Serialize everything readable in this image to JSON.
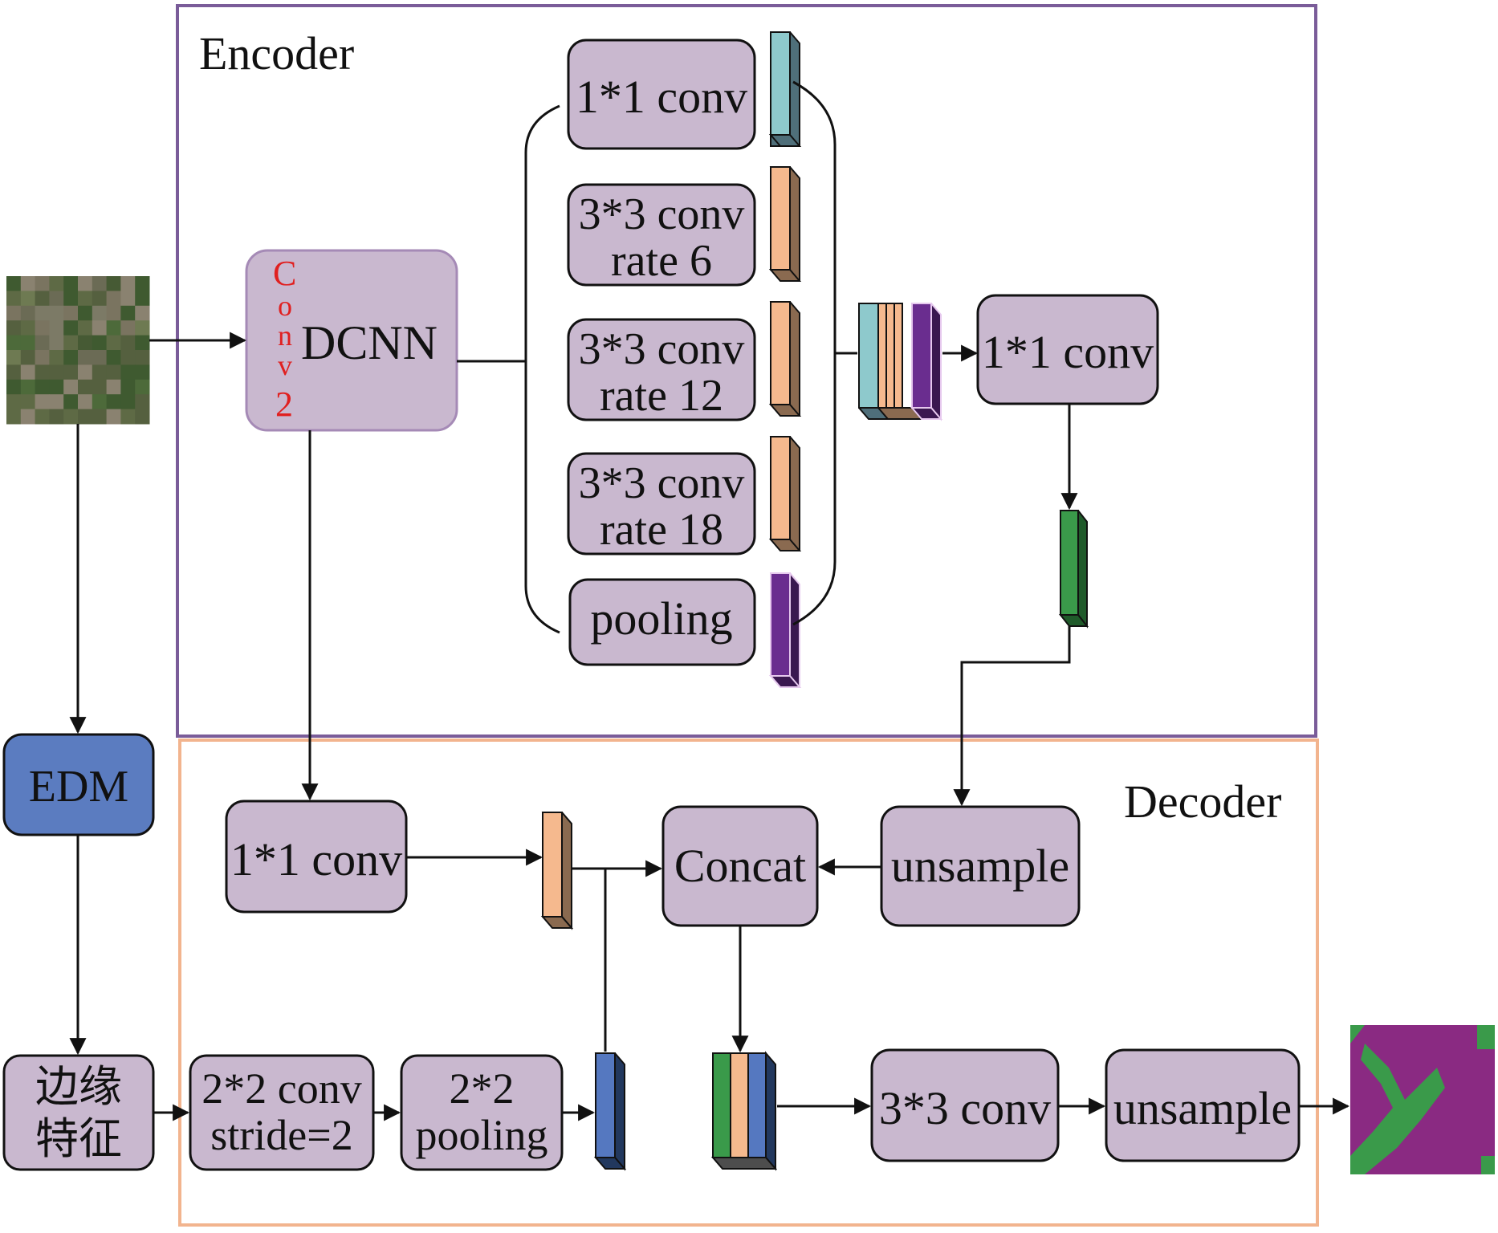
{
  "encoder": {
    "title": "Encoder"
  },
  "decoder": {
    "title": "Decoder"
  },
  "dcnn": {
    "label": "DCNN",
    "conv2_label": "Conv2",
    "conv2_letters": [
      "C",
      "o",
      "n",
      "v",
      "2"
    ]
  },
  "aspp": {
    "conv1x1": "1*1 conv",
    "conv3_r6_line1": "3*3 conv",
    "conv3_r6_line2": "rate 6",
    "conv3_r12_line1": "3*3 conv",
    "conv3_r12_line2": "rate 12",
    "conv3_r18_line1": "3*3 conv",
    "conv3_r18_line2": "rate 18",
    "pooling": "pooling"
  },
  "encoder_out_conv": "1*1 conv",
  "edm": {
    "label": "EDM"
  },
  "edge_features": {
    "line1": "边缘",
    "line2": "特征"
  },
  "decoder_nodes": {
    "conv1x1": "1*1 conv",
    "concat": "Concat",
    "unsample_top": "unsample",
    "conv2x2_line1": "2*2 conv",
    "conv2x2_line2": "stride=2",
    "pool2x2_line1": "2*2",
    "pool2x2_line2": "pooling",
    "conv3x3": "3*3 conv",
    "unsample_bottom": "unsample"
  },
  "colors": {
    "encoder_frame": "#7a5c99",
    "decoder_frame": "#f2b48e",
    "node_fill": "#c9b8cf",
    "edm_fill": "#5b7cc0",
    "teal": "#8ec9cc",
    "orange": "#f5b98e",
    "purple": "#6a2d8f",
    "green": "#3a9a4a",
    "blue": "#5578c0",
    "conv2_text": "#e02020"
  }
}
